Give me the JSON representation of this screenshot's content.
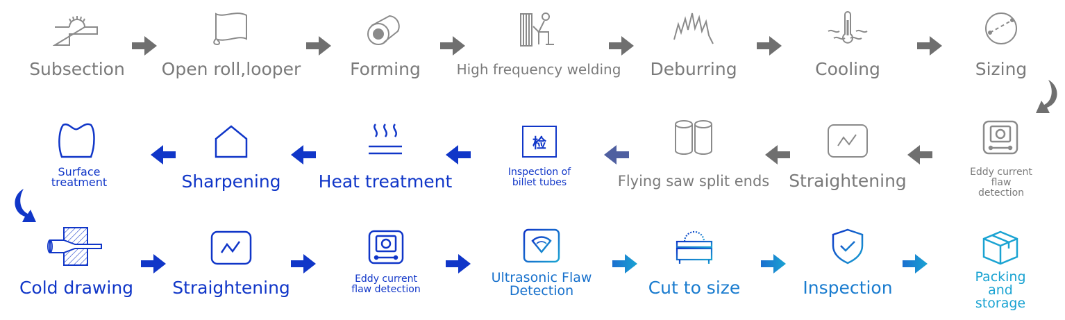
{
  "row1": [
    {
      "label": "Subsection",
      "icon": "saw-table-icon"
    },
    {
      "label": "Open roll,looper",
      "icon": "sheet-roll-icon"
    },
    {
      "label": "Forming",
      "icon": "coil-icon"
    },
    {
      "label": "High frequency welding",
      "icon": "welder-icon"
    },
    {
      "label": "Deburring",
      "icon": "burr-icon"
    },
    {
      "label": "Cooling",
      "icon": "thermometer-icon"
    },
    {
      "label": "Sizing",
      "icon": "circle-sizing-icon"
    }
  ],
  "row2": [
    {
      "label_lines": [
        "Surface",
        "treatment"
      ],
      "icon": "surface-icon"
    },
    {
      "label": "Sharpening",
      "icon": "house-outline-icon"
    },
    {
      "label": "Heat treatment",
      "icon": "heat-icon"
    },
    {
      "label_lines": [
        "Inspection of",
        "billet tubes"
      ],
      "icon": "inspection-stamp-icon",
      "stamp_char": "检"
    },
    {
      "label": "Flying saw split ends",
      "icon": "tubes-icon"
    },
    {
      "label": "Straightening",
      "icon": "waveform-monitor-icon"
    },
    {
      "label_lines": [
        "Eddy current",
        "flaw detection"
      ],
      "icon": "eddy-device-icon"
    }
  ],
  "row3": [
    {
      "label": "Cold drawing",
      "icon": "die-drawing-icon"
    },
    {
      "label": "Straightening",
      "icon": "waveform-monitor-icon"
    },
    {
      "label_lines": [
        "Eddy current",
        "flaw detection"
      ],
      "icon": "eddy-device-icon"
    },
    {
      "label_lines": [
        "Ultrasonic Flaw",
        "Detection"
      ],
      "icon": "ultrasound-icon"
    },
    {
      "label": "Cut to size",
      "icon": "cutting-saw-icon"
    },
    {
      "label": "Inspection",
      "icon": "shield-check-icon"
    },
    {
      "label_lines": [
        "Packing and",
        "storage"
      ],
      "icon": "box-icon"
    }
  ],
  "colors": {
    "gray": "#7a7a7a",
    "blue": "#1036c8",
    "teal": "#1aa3d2",
    "arrow_gray": "#6f6f6f"
  }
}
